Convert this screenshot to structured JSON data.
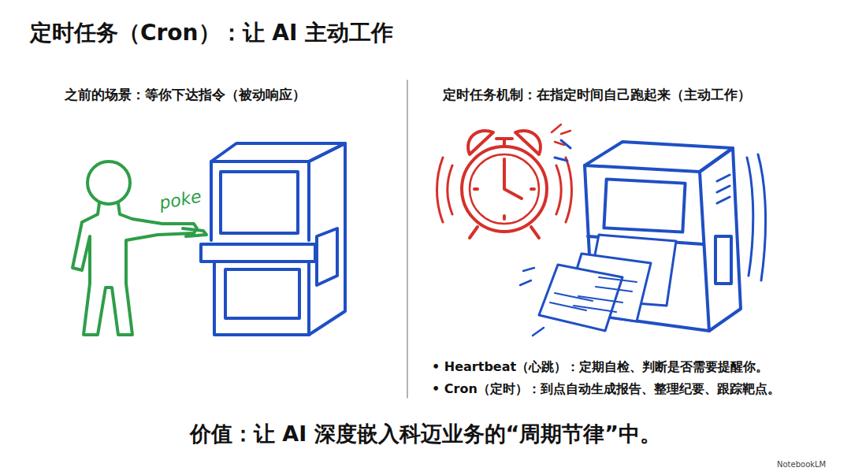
{
  "diagram": {
    "title": "定时任务（Cron）：让 AI 主动工作",
    "caption": "价值：让 AI 深度嵌入科迈业务的“周期节律”中。",
    "labels": [
      "之前的场景：等你下达指令（被动响应）",
      "定时任务机制：在指定时间自己跑起来（主动工作）",
      "poke",
      "• Heartbeat（心跳）：定期自检、判断是否需要提醒你。",
      "• Cron（定时）：到点自动生成报告、整理纪要、跟踪靶点。",
      "NotebookLM"
    ]
  }
}
